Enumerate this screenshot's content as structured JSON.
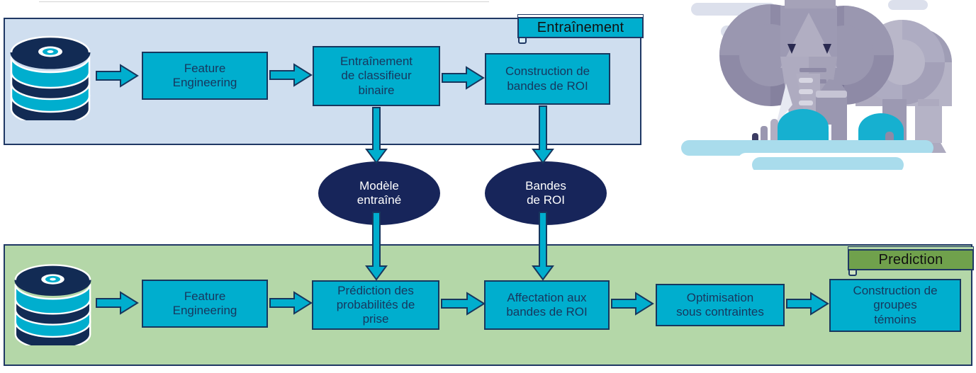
{
  "diagram": {
    "title_hairline": "",
    "sections": [
      {
        "id": "training",
        "ribbon_label": "Entraînement",
        "panel_color": "#CFDEEF",
        "ribbon_color": "#00AECE",
        "source_icon": "database-cylinder-icon",
        "steps": [
          {
            "label": "Feature\nEngineering",
            "line1": "Feature",
            "line2": "Engineering",
            "line3": ""
          },
          {
            "label": "Entraînement de classifieur binaire",
            "line1": "Entraînement",
            "line2": "de classifieur",
            "line3": "binaire"
          },
          {
            "label": "Construction de bandes de ROI",
            "line1": "Construction de",
            "line2": "bandes de ROI",
            "line3": ""
          }
        ]
      },
      {
        "id": "prediction",
        "ribbon_label": "Prediction",
        "panel_color": "#B4D7A8",
        "ribbon_color": "#70A14C",
        "source_icon": "database-cylinder-icon",
        "steps": [
          {
            "label": "Feature Engineering",
            "line1": "Feature",
            "line2": "Engineering",
            "line3": ""
          },
          {
            "label": "Prédiction des probabilités de prise",
            "line1": "Prédiction des",
            "line2": "probabilités de",
            "line3": "prise"
          },
          {
            "label": "Affectation aux bandes de ROI",
            "line1": "Affectation aux",
            "line2": "bandes de ROI",
            "line3": ""
          },
          {
            "label": "Optimisation sous contraintes",
            "line1": "Optimisation",
            "line2": "sous contraintes",
            "line3": ""
          },
          {
            "label": "Construction de groupes témoins",
            "line1": "Construction de",
            "line2": "groupes",
            "line3": "témoins"
          }
        ]
      }
    ],
    "artifacts": [
      {
        "id": "trained-model",
        "line1": "Modèle",
        "line2": "entraîné",
        "shape": "ellipse",
        "color": "#17255A"
      },
      {
        "id": "roi-bands",
        "line1": "Bandes",
        "line2": "de ROI",
        "shape": "ellipse",
        "color": "#17255A"
      }
    ],
    "illustration": {
      "name": "elephant-illustration",
      "alt": "Flat illustration of an elephant standing in water"
    },
    "colors": {
      "box_fill": "#00AECE",
      "box_border": "#17375E",
      "box_text": "#17375E",
      "panel_border": "#1F3864",
      "training_panel": "#CFDEEF",
      "prediction_panel": "#B4D7A8",
      "ellipse_fill": "#17255A",
      "arrow_fill": "#00AECE",
      "arrow_border": "#17375E",
      "db_dark": "#122B54",
      "db_light": "#00AECE"
    }
  }
}
